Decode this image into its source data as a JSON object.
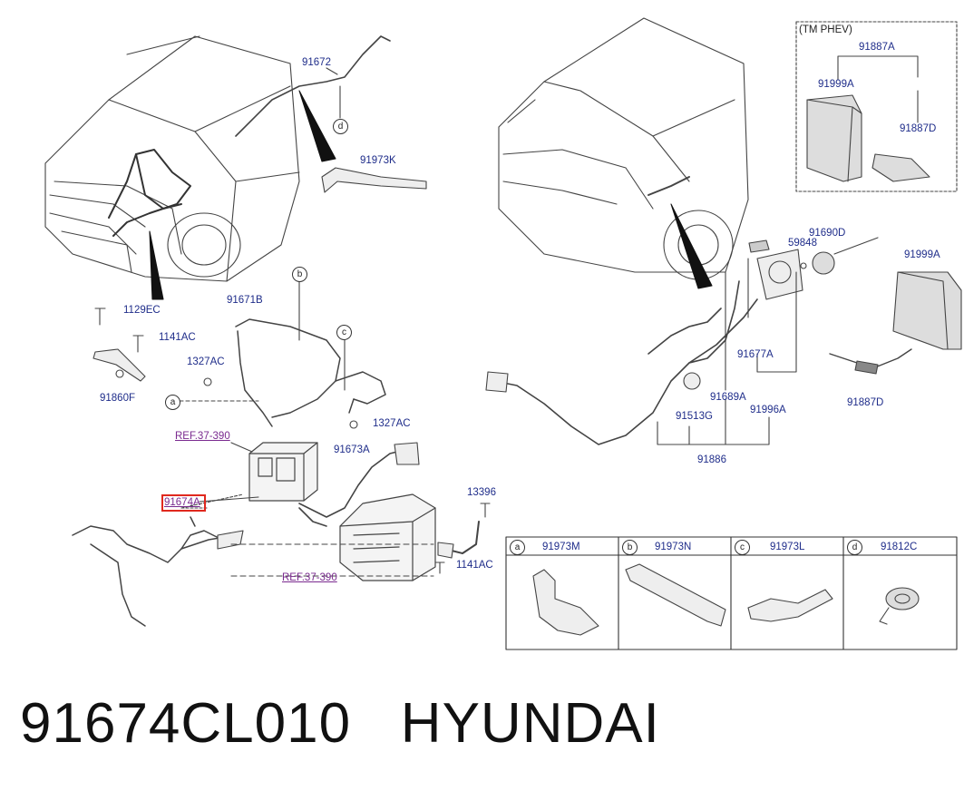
{
  "labels": {
    "p91672": "91672",
    "p91973K": "91973K",
    "p1129EC": "1129EC",
    "p1141AC_a": "1141AC",
    "p1327AC_a": "1327AC",
    "p91860F": "91860F",
    "p91671B": "91671B",
    "p1327AC_b": "1327AC",
    "p91673A": "91673A",
    "ref1": "REF.37-390",
    "ref2": "REF.37-390",
    "p91674A": "91674A",
    "p13396": "13396",
    "p1141AC_b": "1141AC",
    "tm_phev": "(TM PHEV)",
    "p91887A": "91887A",
    "p91999A_a": "91999A",
    "p91887D_a": "91887D",
    "p91690D": "91690D",
    "p59848": "59848",
    "p91999A_b": "91999A",
    "p91677A": "91677A",
    "p91689A": "91689A",
    "p91513G": "91513G",
    "p91996A": "91996A",
    "p91887D_b": "91887D",
    "p91886": "91886"
  },
  "callouts": {
    "a1": "a",
    "b1": "b",
    "c1": "c",
    "d1": "d"
  },
  "table": [
    {
      "key": "a",
      "part": "91973M"
    },
    {
      "key": "b",
      "part": "91973N"
    },
    {
      "key": "c",
      "part": "91973L"
    },
    {
      "key": "d",
      "part": "91812C"
    }
  ],
  "caption": {
    "part_number": "91674CL010",
    "brand": "HYUNDAI"
  },
  "colors": {
    "label": "#1f2d8a",
    "ref": "#7a2a8f",
    "highlight": "#e0281e",
    "line": "#333333"
  }
}
